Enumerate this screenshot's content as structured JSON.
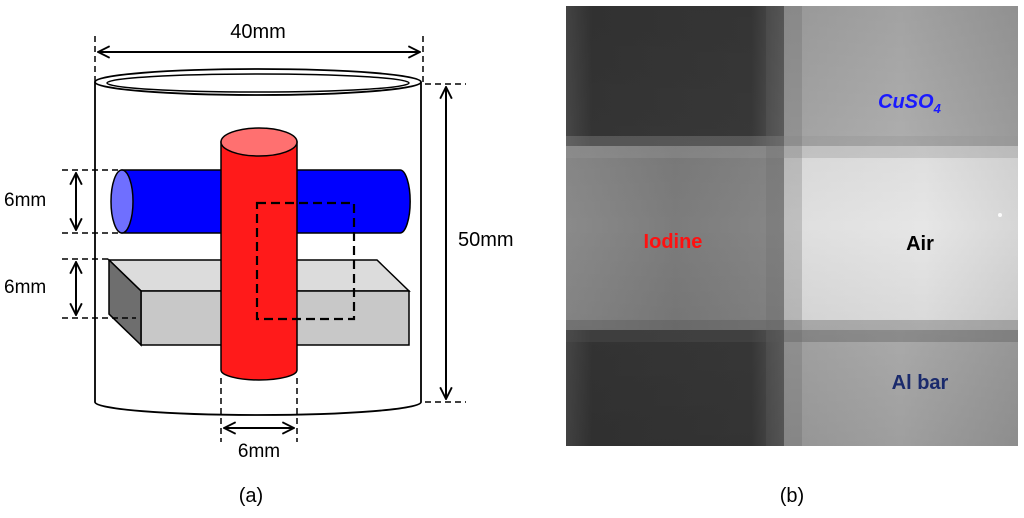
{
  "diagram": {
    "width_label": "40mm",
    "height_label": "50mm",
    "tube_dia_label": "6mm",
    "bar_height_label": "6mm",
    "rod_dia_label": "6mm",
    "caption": "(a)"
  },
  "xray": {
    "label_cuso4_base": "CuSO",
    "label_cuso4_sub": "4",
    "label_iodine": "Iodine",
    "label_air": "Air",
    "label_albar": "Al bar",
    "caption": "(b)"
  },
  "colors": {
    "red_rod": "#ff1a1a",
    "red_rod_top": "#ff7070",
    "blue_tube": "#0000ff",
    "blue_tube_end": "#6f6fff",
    "bar_front": "#c8c8c8",
    "bar_top": "#dcdcdc",
    "bar_end": "#6e6e6e",
    "label_red": "#ff1010",
    "label_blue": "#1a1aff",
    "label_navy": "#1a2a6c"
  }
}
